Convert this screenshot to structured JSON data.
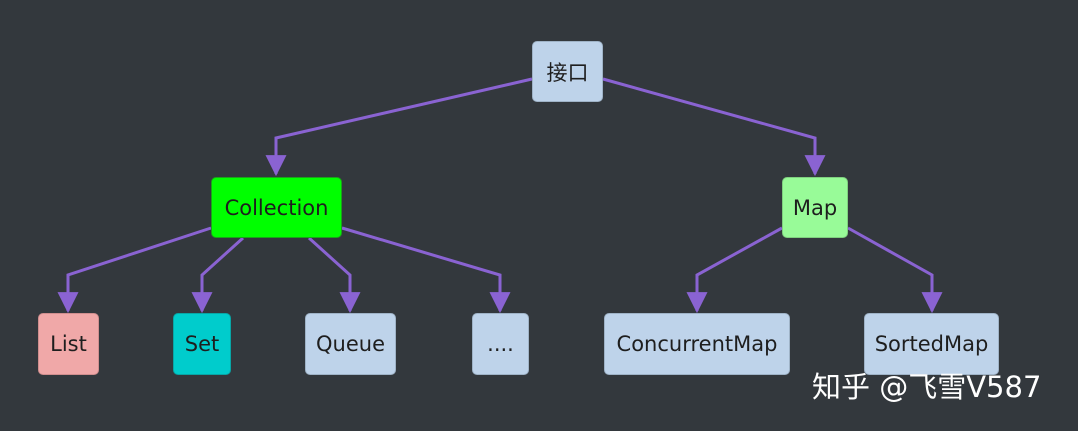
{
  "nodes": {
    "root": {
      "label": "接口",
      "color": "#bed3ea"
    },
    "collection": {
      "label": "Collection",
      "color": "#00ff00"
    },
    "map": {
      "label": "Map",
      "color": "#98fb98"
    },
    "list": {
      "label": "List",
      "color": "#f0a8a8"
    },
    "set": {
      "label": "Set",
      "color": "#00cccc"
    },
    "queue": {
      "label": "Queue",
      "color": "#bed3ea"
    },
    "more": {
      "label": "....",
      "color": "#bed3ea"
    },
    "concurrentmap": {
      "label": "ConcurrentMap",
      "color": "#bed3ea"
    },
    "sortedmap": {
      "label": "SortedMap",
      "color": "#bed3ea"
    }
  },
  "edges": [
    {
      "from": "root",
      "to": "collection"
    },
    {
      "from": "root",
      "to": "map"
    },
    {
      "from": "collection",
      "to": "list"
    },
    {
      "from": "collection",
      "to": "set"
    },
    {
      "from": "collection",
      "to": "queue"
    },
    {
      "from": "collection",
      "to": "more"
    },
    {
      "from": "map",
      "to": "concurrentmap"
    },
    {
      "from": "map",
      "to": "sortedmap"
    }
  ],
  "edge_color": "#8a63d2",
  "watermark": "知乎 @飞雪V587"
}
